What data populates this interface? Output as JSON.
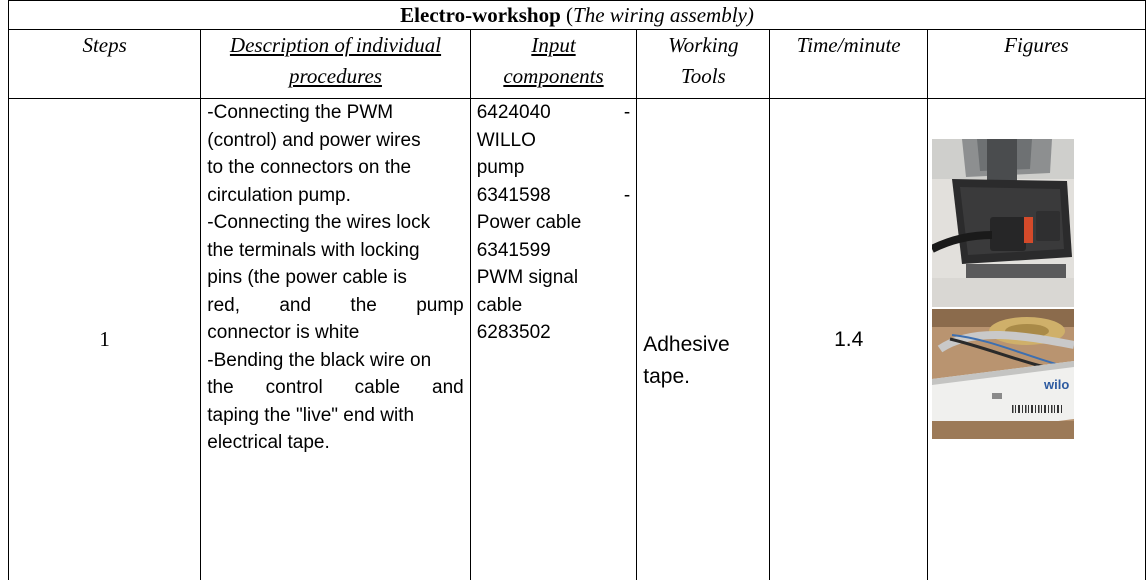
{
  "table": {
    "title_bold": "Electro-workshop",
    "title_open": " (",
    "title_italic": "The wiring assembly)",
    "headers": {
      "steps": "Steps",
      "description_line1": "Description of individual",
      "description_line2": "procedures",
      "input_line1": "Input",
      "input_line2": "components",
      "tools_line1": "Working",
      "tools_line2": "Tools",
      "time": "Time/minute",
      "figures": "Figures"
    },
    "row": {
      "step": "1",
      "description": [
        "-Connecting the PWM",
        "(control) and power wires",
        "to the connectors on the",
        "circulation pump.",
        "-Connecting the wires lock",
        "the terminals with locking",
        "pins (the power cable is",
        "red, and the pump",
        "connector is white",
        "-Bending the black wire on",
        "the control cable and",
        "taping the \"live\" end with",
        "electrical tape."
      ],
      "components": [
        "6424040 -",
        "WILLO",
        "pump",
        "6341598 -",
        "Power cable",
        "6341599",
        "PWM signal",
        "cable",
        "6283502"
      ],
      "tools_line1": "Adhesive",
      "tools_line2": "tape.",
      "time": "1.4",
      "photo_label": "wilo"
    }
  }
}
